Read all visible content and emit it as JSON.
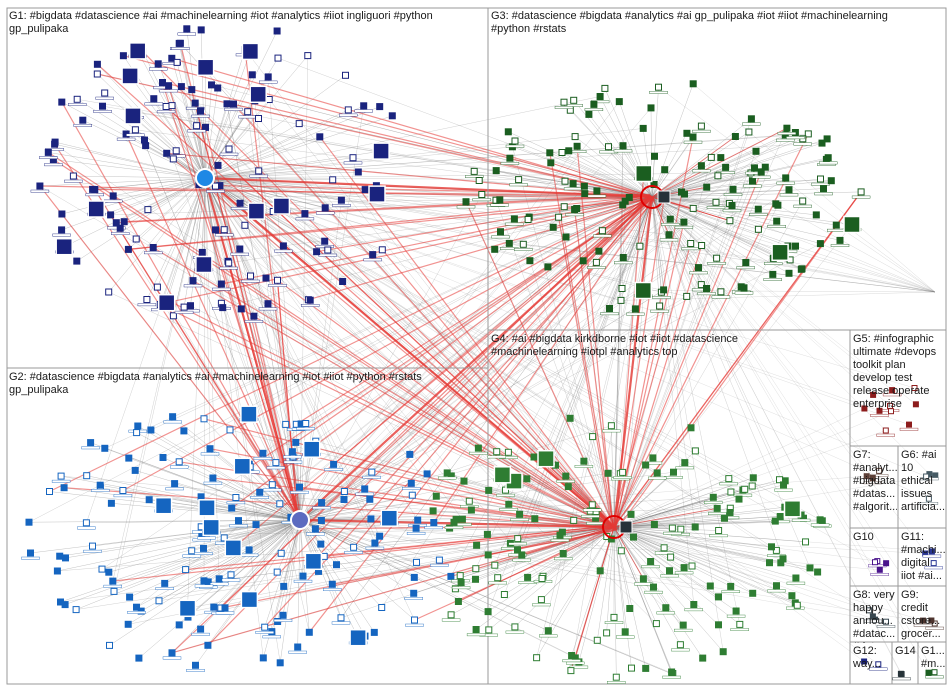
{
  "graph": {
    "groups": [
      {
        "id": "G1",
        "label": "G1: #bigdata #datascience #ai #machinelearning #iot #analytics #iiot ingliguori #python\ngp_pulipaka",
        "node_color": "#1a237e",
        "node_count": 140,
        "hub_count": 14
      },
      {
        "id": "G2",
        "label": "G2: #datascience #bigdata #analytics #ai #machinelearning #iot #iiot #python #rstats\ngp_pulipaka",
        "node_color": "#1565c0",
        "node_count": 150,
        "hub_count": 12
      },
      {
        "id": "G3",
        "label": "G3: #datascience #bigdata #analytics #ai gp_pulipaka #iot #iiot #machinelearning\n#python #rstats",
        "node_color": "#1b5e20",
        "node_count": 150,
        "hub_count": 4
      },
      {
        "id": "G4",
        "label": "G4: #ai #bigdata kirkdborne #iot #iiot #datascience\n#machinelearning #iotpl #analytics top",
        "node_color": "#2e7d32",
        "node_count": 160,
        "hub_count": 4
      },
      {
        "id": "G5",
        "label": "G5: #infographic\nultimate #devops\ntoolkit plan\ndevelop test\nrelease operate\nenterprise",
        "node_color": "#8d1c1c",
        "node_count": 10,
        "hub_count": 0
      },
      {
        "id": "G7",
        "label": "G7:\n#analyt...\n#bigdata\n#datas...\n#algorit...",
        "node_color": "#5d4037",
        "node_count": 3,
        "hub_count": 0
      },
      {
        "id": "G6",
        "label": "G6: #ai\n10\nethical\nissues\nartificia...",
        "node_color": "#455a64",
        "node_count": 4,
        "hub_count": 0
      },
      {
        "id": "G10",
        "label": "G10",
        "node_color": "#4a148c",
        "node_count": 4,
        "hub_count": 0
      },
      {
        "id": "G11",
        "label": "G11:\n#machi...\ndigital\niiot #ai...",
        "node_color": "#283593",
        "node_count": 3,
        "hub_count": 0
      },
      {
        "id": "G8",
        "label": "G8: very\nhappy\nannou...\n#datac...\n#datas...",
        "node_color": "#37474f",
        "node_count": 4,
        "hub_count": 0
      },
      {
        "id": "G9",
        "label": "G9:\ncredit\ncstore...\ngrocer...",
        "node_color": "#4e342e",
        "node_count": 3,
        "hub_count": 0
      },
      {
        "id": "G12",
        "label": "G12:\nway...",
        "node_color": "#1a237e",
        "node_count": 2,
        "hub_count": 0
      },
      {
        "id": "G14",
        "label": "G14",
        "node_color": "#263238",
        "node_count": 2,
        "hub_count": 0
      },
      {
        "id": "G1b",
        "label": "G1...\n#m...",
        "node_color": "#1b5e20",
        "node_count": 2,
        "hub_count": 0
      }
    ],
    "colors": {
      "edge_gray": "#7a7a7a",
      "edge_red": "#e53935",
      "hub_ring": "#e00000",
      "panel_border": "#9a9a9a",
      "node_label_bg": "#ffffff"
    }
  }
}
